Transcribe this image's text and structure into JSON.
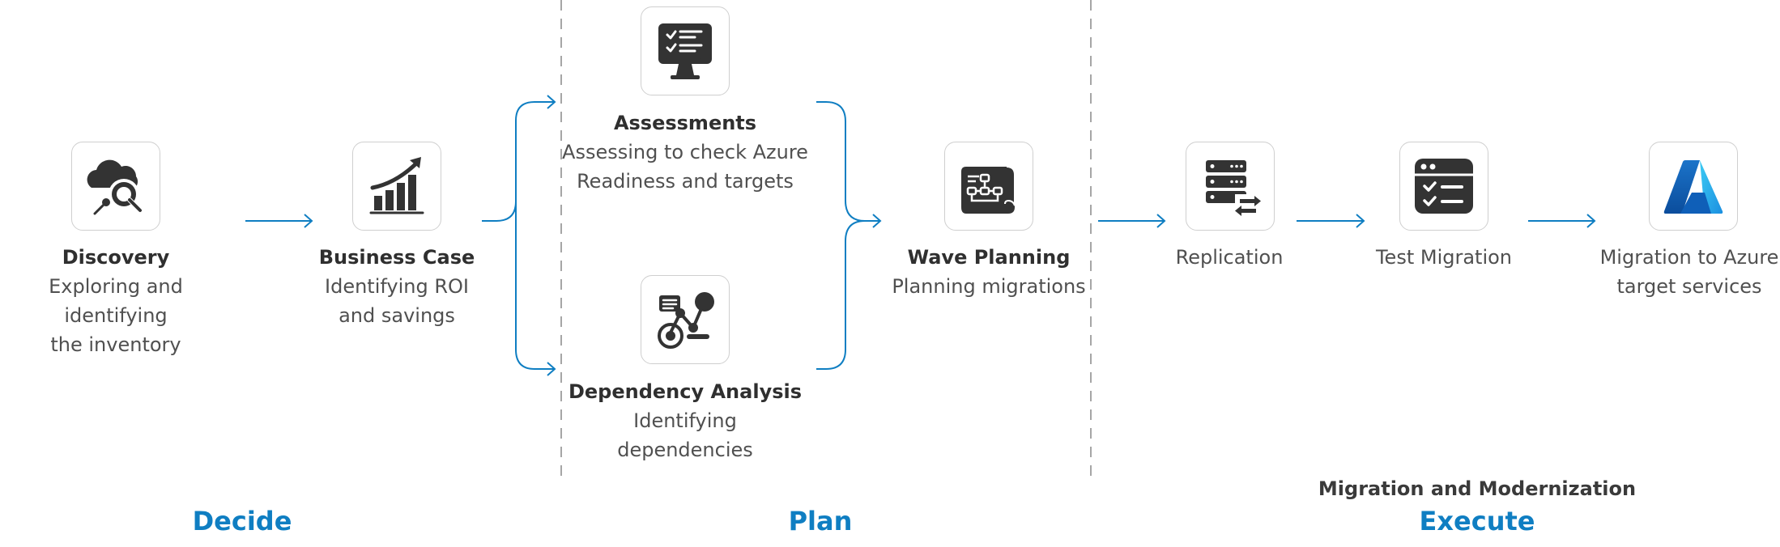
{
  "colors": {
    "accent": "#0f7ec2",
    "icon_dark": "#333333",
    "card_border": "#cfcfcf",
    "divider": "#a6a6a6",
    "azure_light": "#35b6ee",
    "azure_dark": "#0f5fb8"
  },
  "steps": {
    "discovery": {
      "title": "Discovery",
      "line1": "Exploring and identifying",
      "line2": "the inventory",
      "icon": "cloud-search-icon"
    },
    "business_case": {
      "title": "Business Case",
      "line1": "Identifying ROI",
      "line2": "and savings",
      "icon": "growth-chart-icon"
    },
    "assessments": {
      "title": "Assessments",
      "line1": "Assessing to check Azure",
      "line2": "Readiness and targets",
      "icon": "monitor-checklist-icon"
    },
    "dependency": {
      "title": "Dependency Analysis",
      "line1": "Identifying",
      "line2": "dependencies",
      "icon": "dependency-graph-icon"
    },
    "wave_planning": {
      "title": "Wave Planning",
      "line1": "Planning migrations",
      "icon": "blueprint-flowchart-icon"
    },
    "replication": {
      "label": "Replication",
      "icon": "server-sync-icon"
    },
    "test_migration": {
      "label": "Test Migration",
      "icon": "browser-checklist-icon"
    },
    "migration_azure": {
      "line1": "Migration to Azure",
      "line2": "target services",
      "icon": "azure-logo-icon"
    }
  },
  "phases": {
    "decide": "Decide",
    "plan": "Plan",
    "execute": "Execute",
    "execute_sub": "Migration and Modernization"
  }
}
